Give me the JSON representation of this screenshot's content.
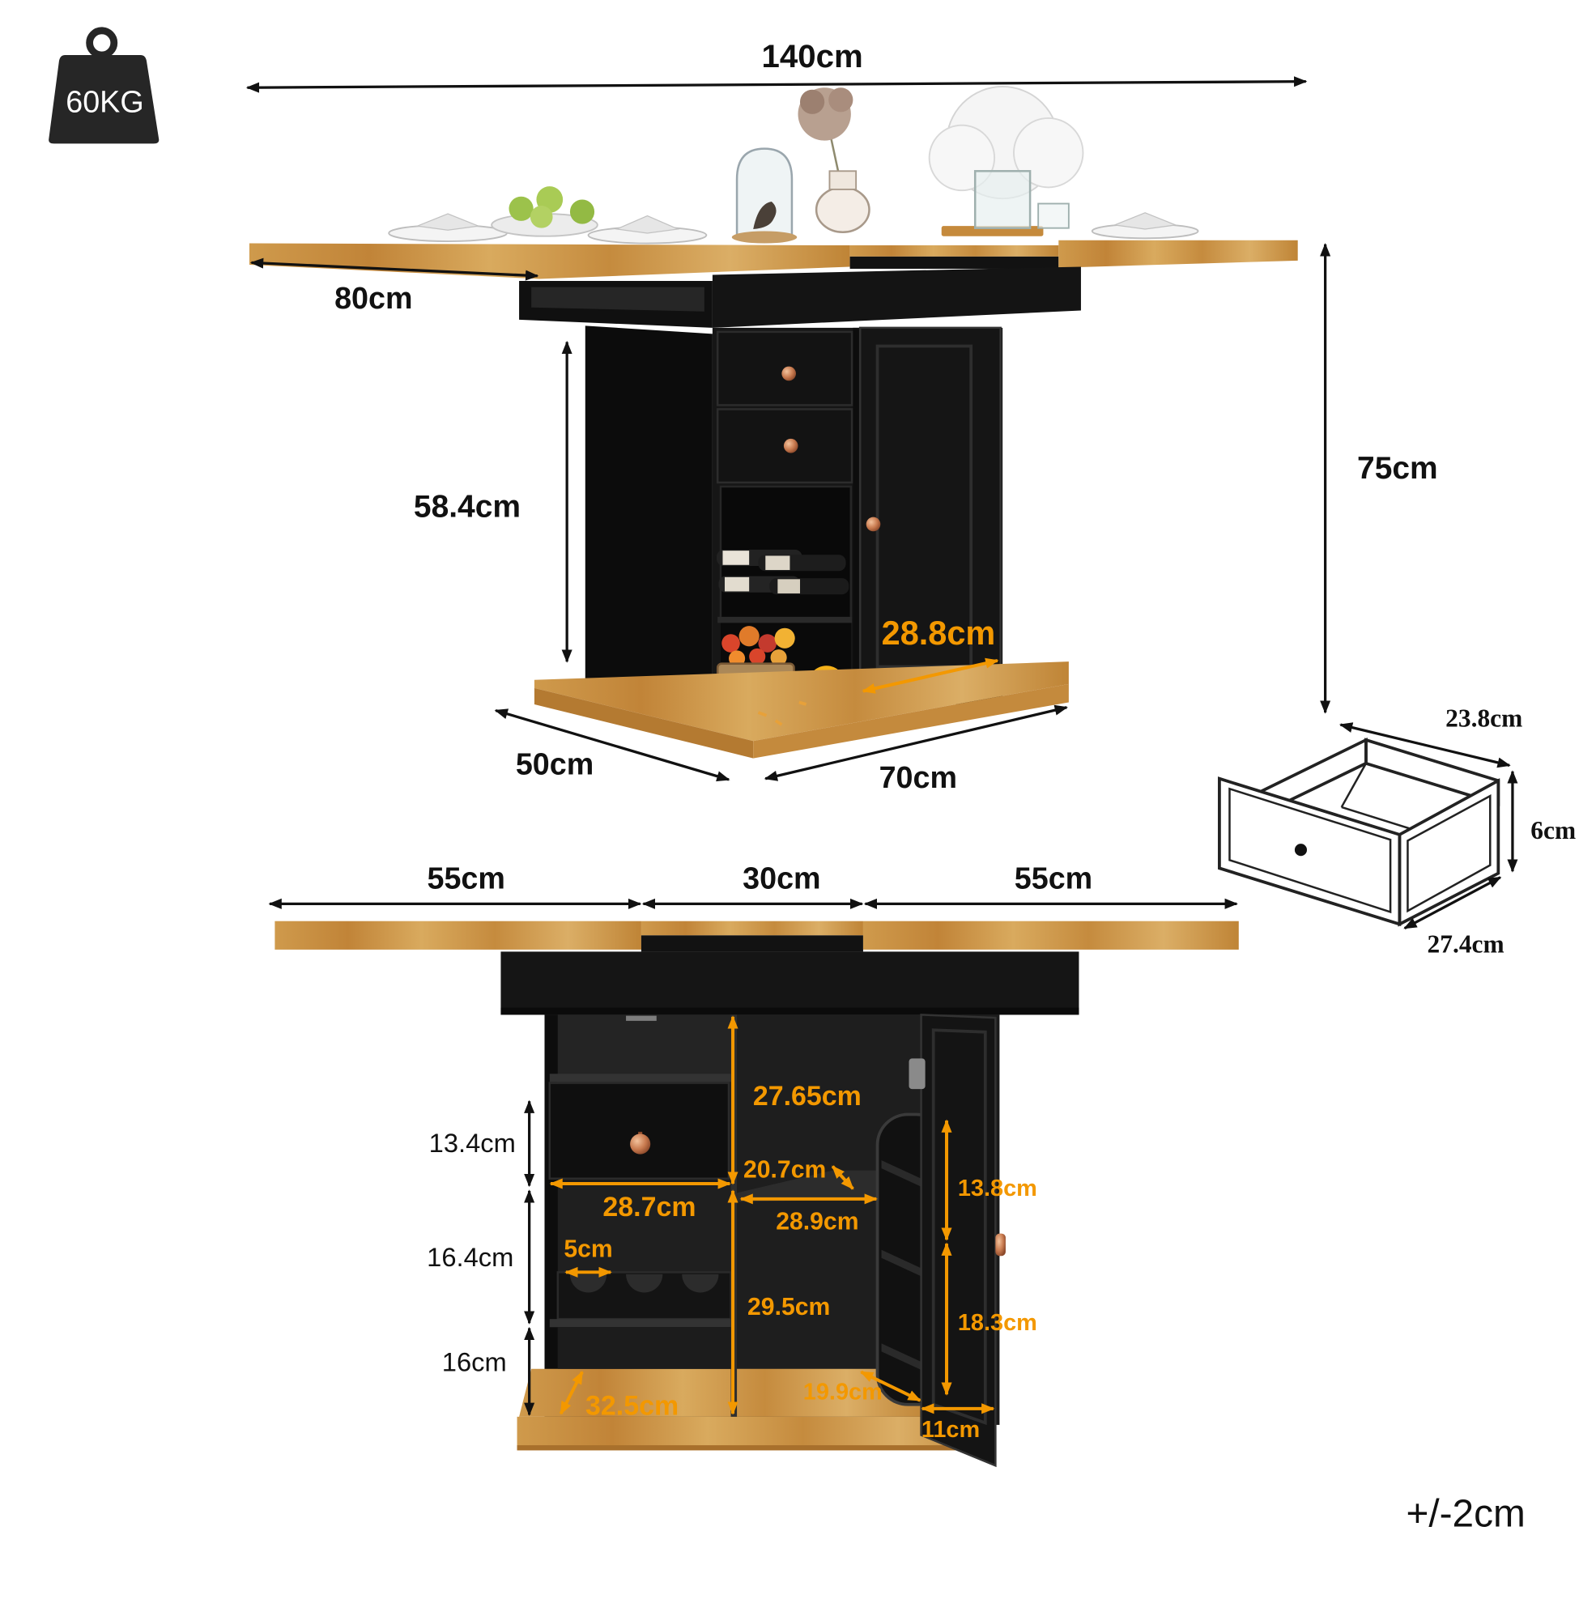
{
  "weight_badge": {
    "label": "60KG",
    "icon": "weight-icon"
  },
  "top_view": {
    "overall_width": "140cm",
    "leaf_length": "80cm",
    "cabinet_height": "58.4cm",
    "overall_height": "75cm",
    "door_width": "28.8cm",
    "base_depth": "50cm",
    "base_width": "70cm"
  },
  "drawer": {
    "width": "23.8cm",
    "height": "6cm",
    "depth": "27.4cm"
  },
  "open_view": {
    "left_leaf": "55cm",
    "center_top": "30cm",
    "right_leaf": "55cm",
    "drawer_height": "13.4cm",
    "wine_rack_height": "16.4cm",
    "bottom_shelf_height": "16cm",
    "upper_right_height": "27.65cm",
    "right_shelf_depth": "20.7cm",
    "drawer_width": "28.7cm",
    "right_shelf_width": "28.9cm",
    "bottle_slot": "5cm",
    "lower_right_height": "29.5cm",
    "bottom_depth": "32.5cm",
    "door_rack_depth": "19.9cm",
    "door_rack_width": "11cm",
    "door_rack_upper": "13.8cm",
    "door_rack_lower": "18.3cm"
  },
  "tolerance": "+/-2cm",
  "colors": {
    "accent": "#f39800",
    "wood": "#c98e3f",
    "cabinet": "#141414",
    "ink": "#111111"
  }
}
